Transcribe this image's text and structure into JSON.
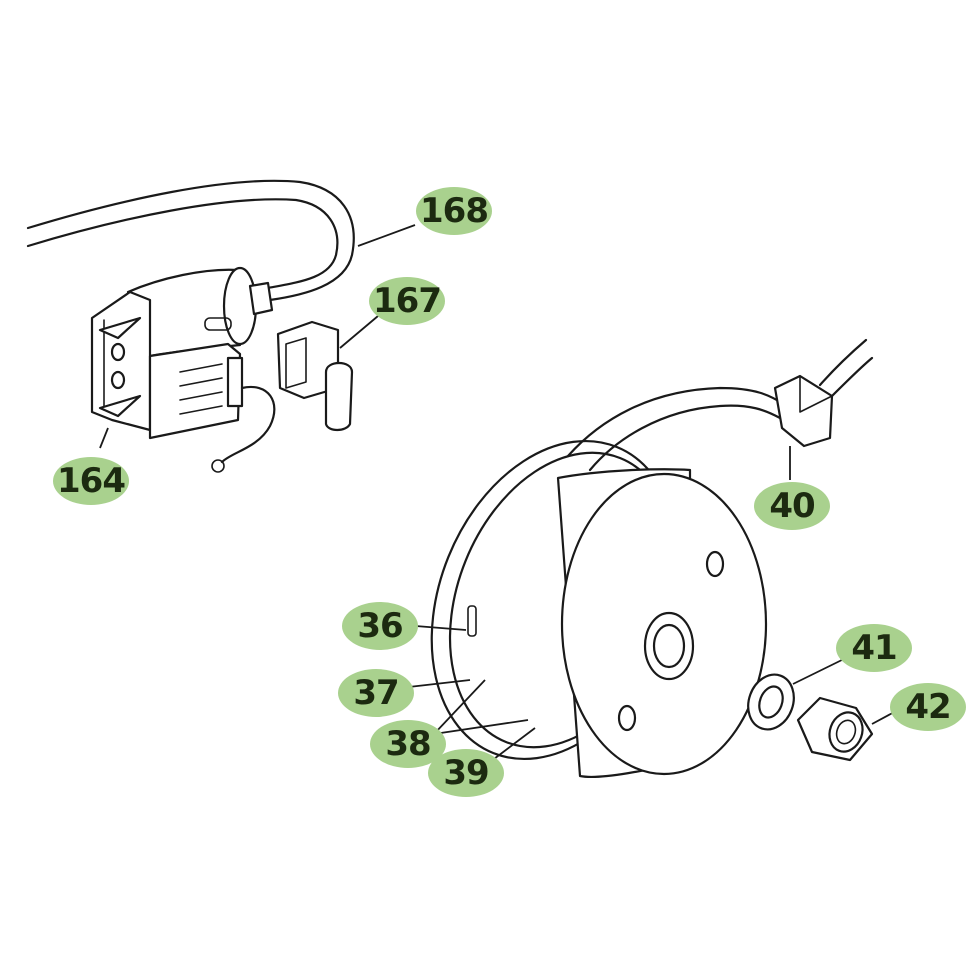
{
  "colors": {
    "callout_fill": "#a9d18e",
    "callout_text": "#1c2a10",
    "line_art": "#1a1a1a",
    "background": "#ffffff"
  },
  "callouts": [
    {
      "id": "168",
      "label": "168"
    },
    {
      "id": "167",
      "label": "167"
    },
    {
      "id": "164",
      "label": "164"
    },
    {
      "id": "40",
      "label": "40"
    },
    {
      "id": "36",
      "label": "36"
    },
    {
      "id": "41",
      "label": "41"
    },
    {
      "id": "42",
      "label": "42"
    },
    {
      "id": "37",
      "label": "37"
    },
    {
      "id": "38",
      "label": "38"
    },
    {
      "id": "39",
      "label": "39"
    }
  ]
}
